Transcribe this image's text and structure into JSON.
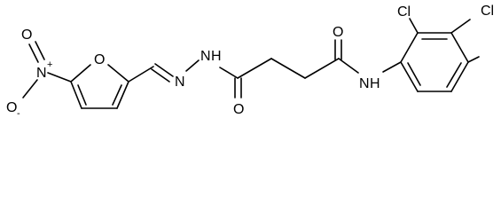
{
  "molecule": {
    "atoms": {
      "cl_top": "Cl",
      "cl_right": "Cl",
      "n_amide": "N",
      "h_amide": "H",
      "o_amide": "O",
      "o_hydrazide": "O",
      "nh_n": "N",
      "nh_h": "H",
      "imine_n": "N",
      "furan_o": "O",
      "nitro_n": "N",
      "nitro_plus": "+",
      "nitro_o_top": "O",
      "nitro_o_bottom": "O",
      "nitro_minus": "-"
    }
  }
}
